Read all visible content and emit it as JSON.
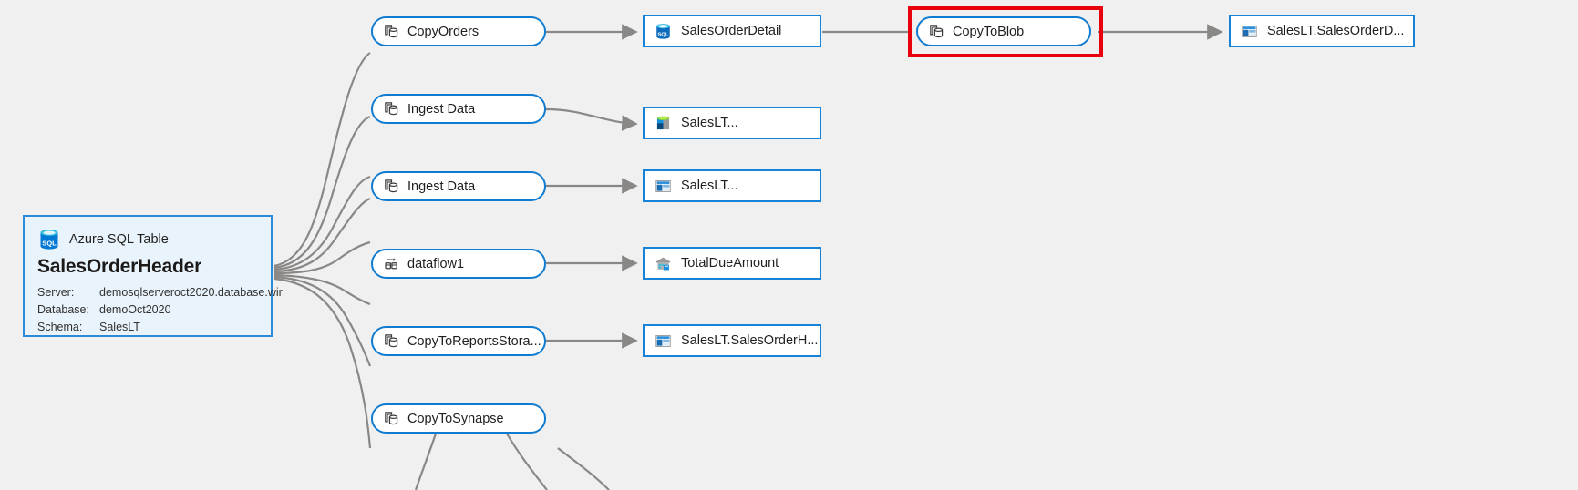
{
  "canvas": {
    "background_color": "#f0f0f0",
    "accent_blue": "#1683d8",
    "highlight_color": "#e8000d"
  },
  "source_entity": {
    "icon": "azure-sql-database-icon",
    "type_label": "Azure SQL Table",
    "name": "SalesOrderHeader",
    "properties": [
      {
        "key": "Server:",
        "value": "demosqlserveroct2020.database.wir"
      },
      {
        "key": "Database:",
        "value": "demoOct2020"
      },
      {
        "key": "Schema:",
        "value": "SalesLT"
      }
    ]
  },
  "activities": [
    {
      "id": "copyorders",
      "label": "CopyOrders",
      "icon": "copy-activity-icon",
      "highlighted": false
    },
    {
      "id": "ingest-data-1",
      "label": "Ingest Data",
      "icon": "copy-activity-icon",
      "highlighted": false
    },
    {
      "id": "ingest-data-2",
      "label": "Ingest Data",
      "icon": "copy-activity-icon",
      "highlighted": false
    },
    {
      "id": "dataflow1",
      "label": "dataflow1",
      "icon": "data-flow-icon",
      "highlighted": false
    },
    {
      "id": "copytoreportsstorage",
      "label": "CopyToReportsStora...",
      "icon": "copy-activity-icon",
      "highlighted": false
    },
    {
      "id": "copytosynapse",
      "label": "CopyToSynapse",
      "icon": "copy-activity-icon",
      "highlighted": false
    },
    {
      "id": "copytoblob",
      "label": "CopyToBlob",
      "icon": "copy-activity-icon",
      "highlighted": true
    }
  ],
  "datasets": [
    {
      "id": "salesorderdetail",
      "label": "SalesOrderDetail",
      "icon": "azure-sql-database-icon"
    },
    {
      "id": "saleslt-synapse",
      "label": "SalesLT...",
      "icon": "synapse-table-icon"
    },
    {
      "id": "saleslt-blob",
      "label": "SalesLT...",
      "icon": "blob-dataset-icon"
    },
    {
      "id": "totaldueamount",
      "label": "TotalDueAmount",
      "icon": "data-warehouse-icon"
    },
    {
      "id": "saleslt-salesorderh",
      "label": "SalesLT.SalesOrderH...",
      "icon": "blob-dataset-icon"
    },
    {
      "id": "saleslt-salesorderd",
      "label": "SalesLT.SalesOrderD...",
      "icon": "blob-dataset-icon"
    }
  ]
}
